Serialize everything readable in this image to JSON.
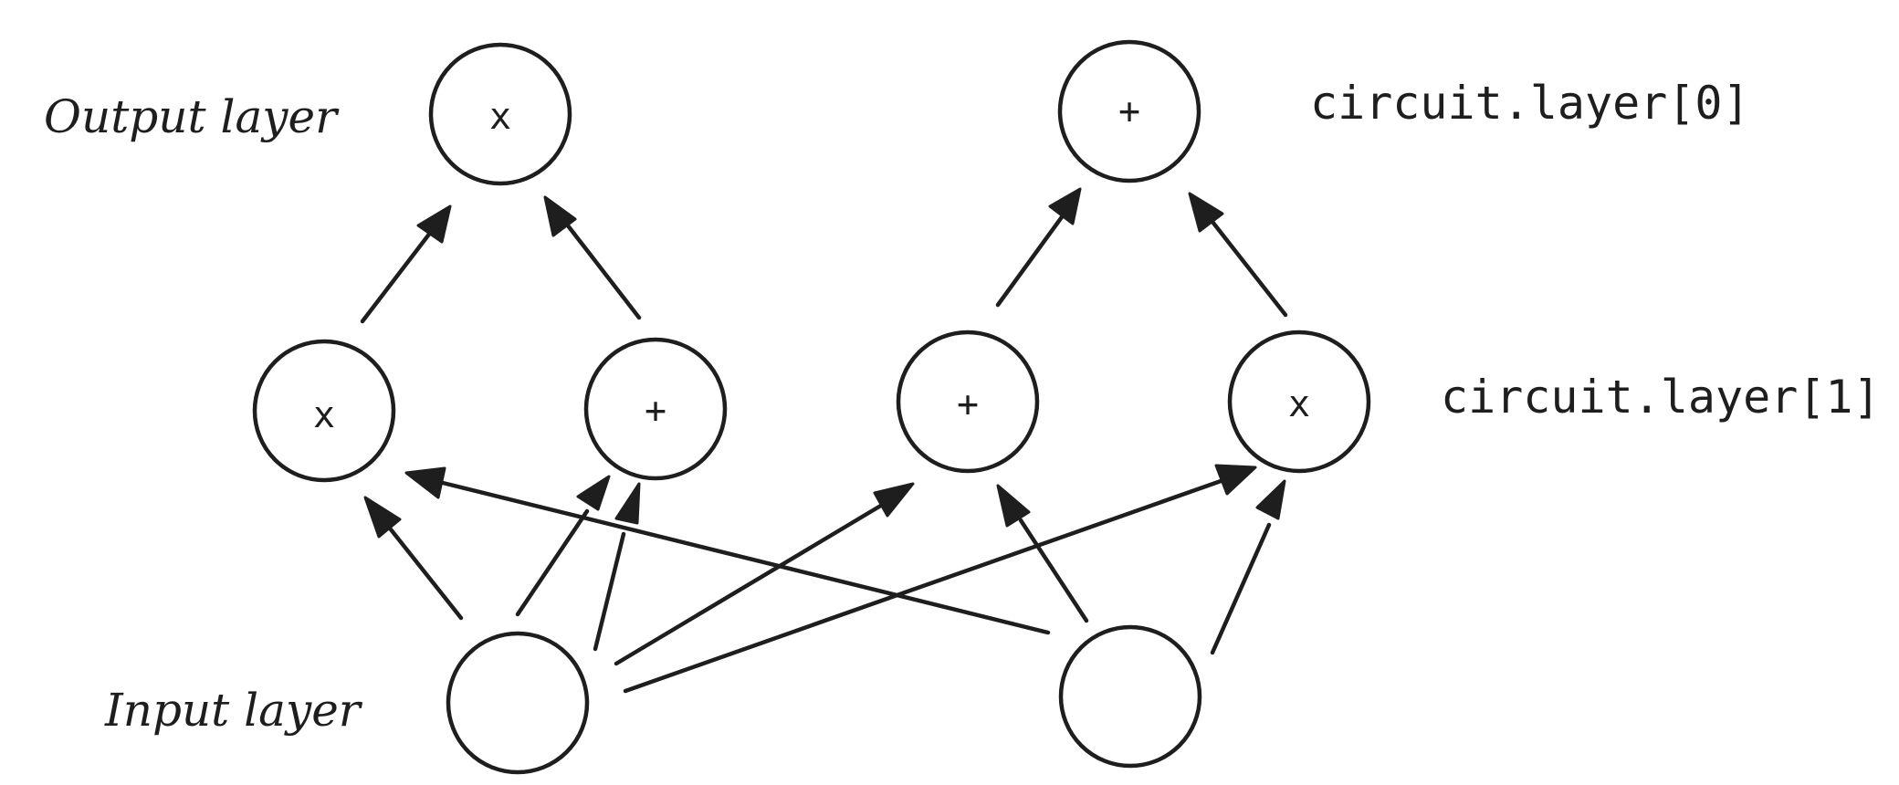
{
  "labels": {
    "output_layer": "Output layer",
    "input_layer": "Input layer",
    "layer0": "circuit.layer[0]",
    "layer1": "circuit.layer[1]"
  },
  "nodes": {
    "out_left_op": "x",
    "out_right_op": "+",
    "mid1_op": "x",
    "mid2_op": "+",
    "mid3_op": "+",
    "mid4_op": "x"
  },
  "colors": {
    "stroke": "#1e1e1e",
    "background": "#ffffff"
  }
}
